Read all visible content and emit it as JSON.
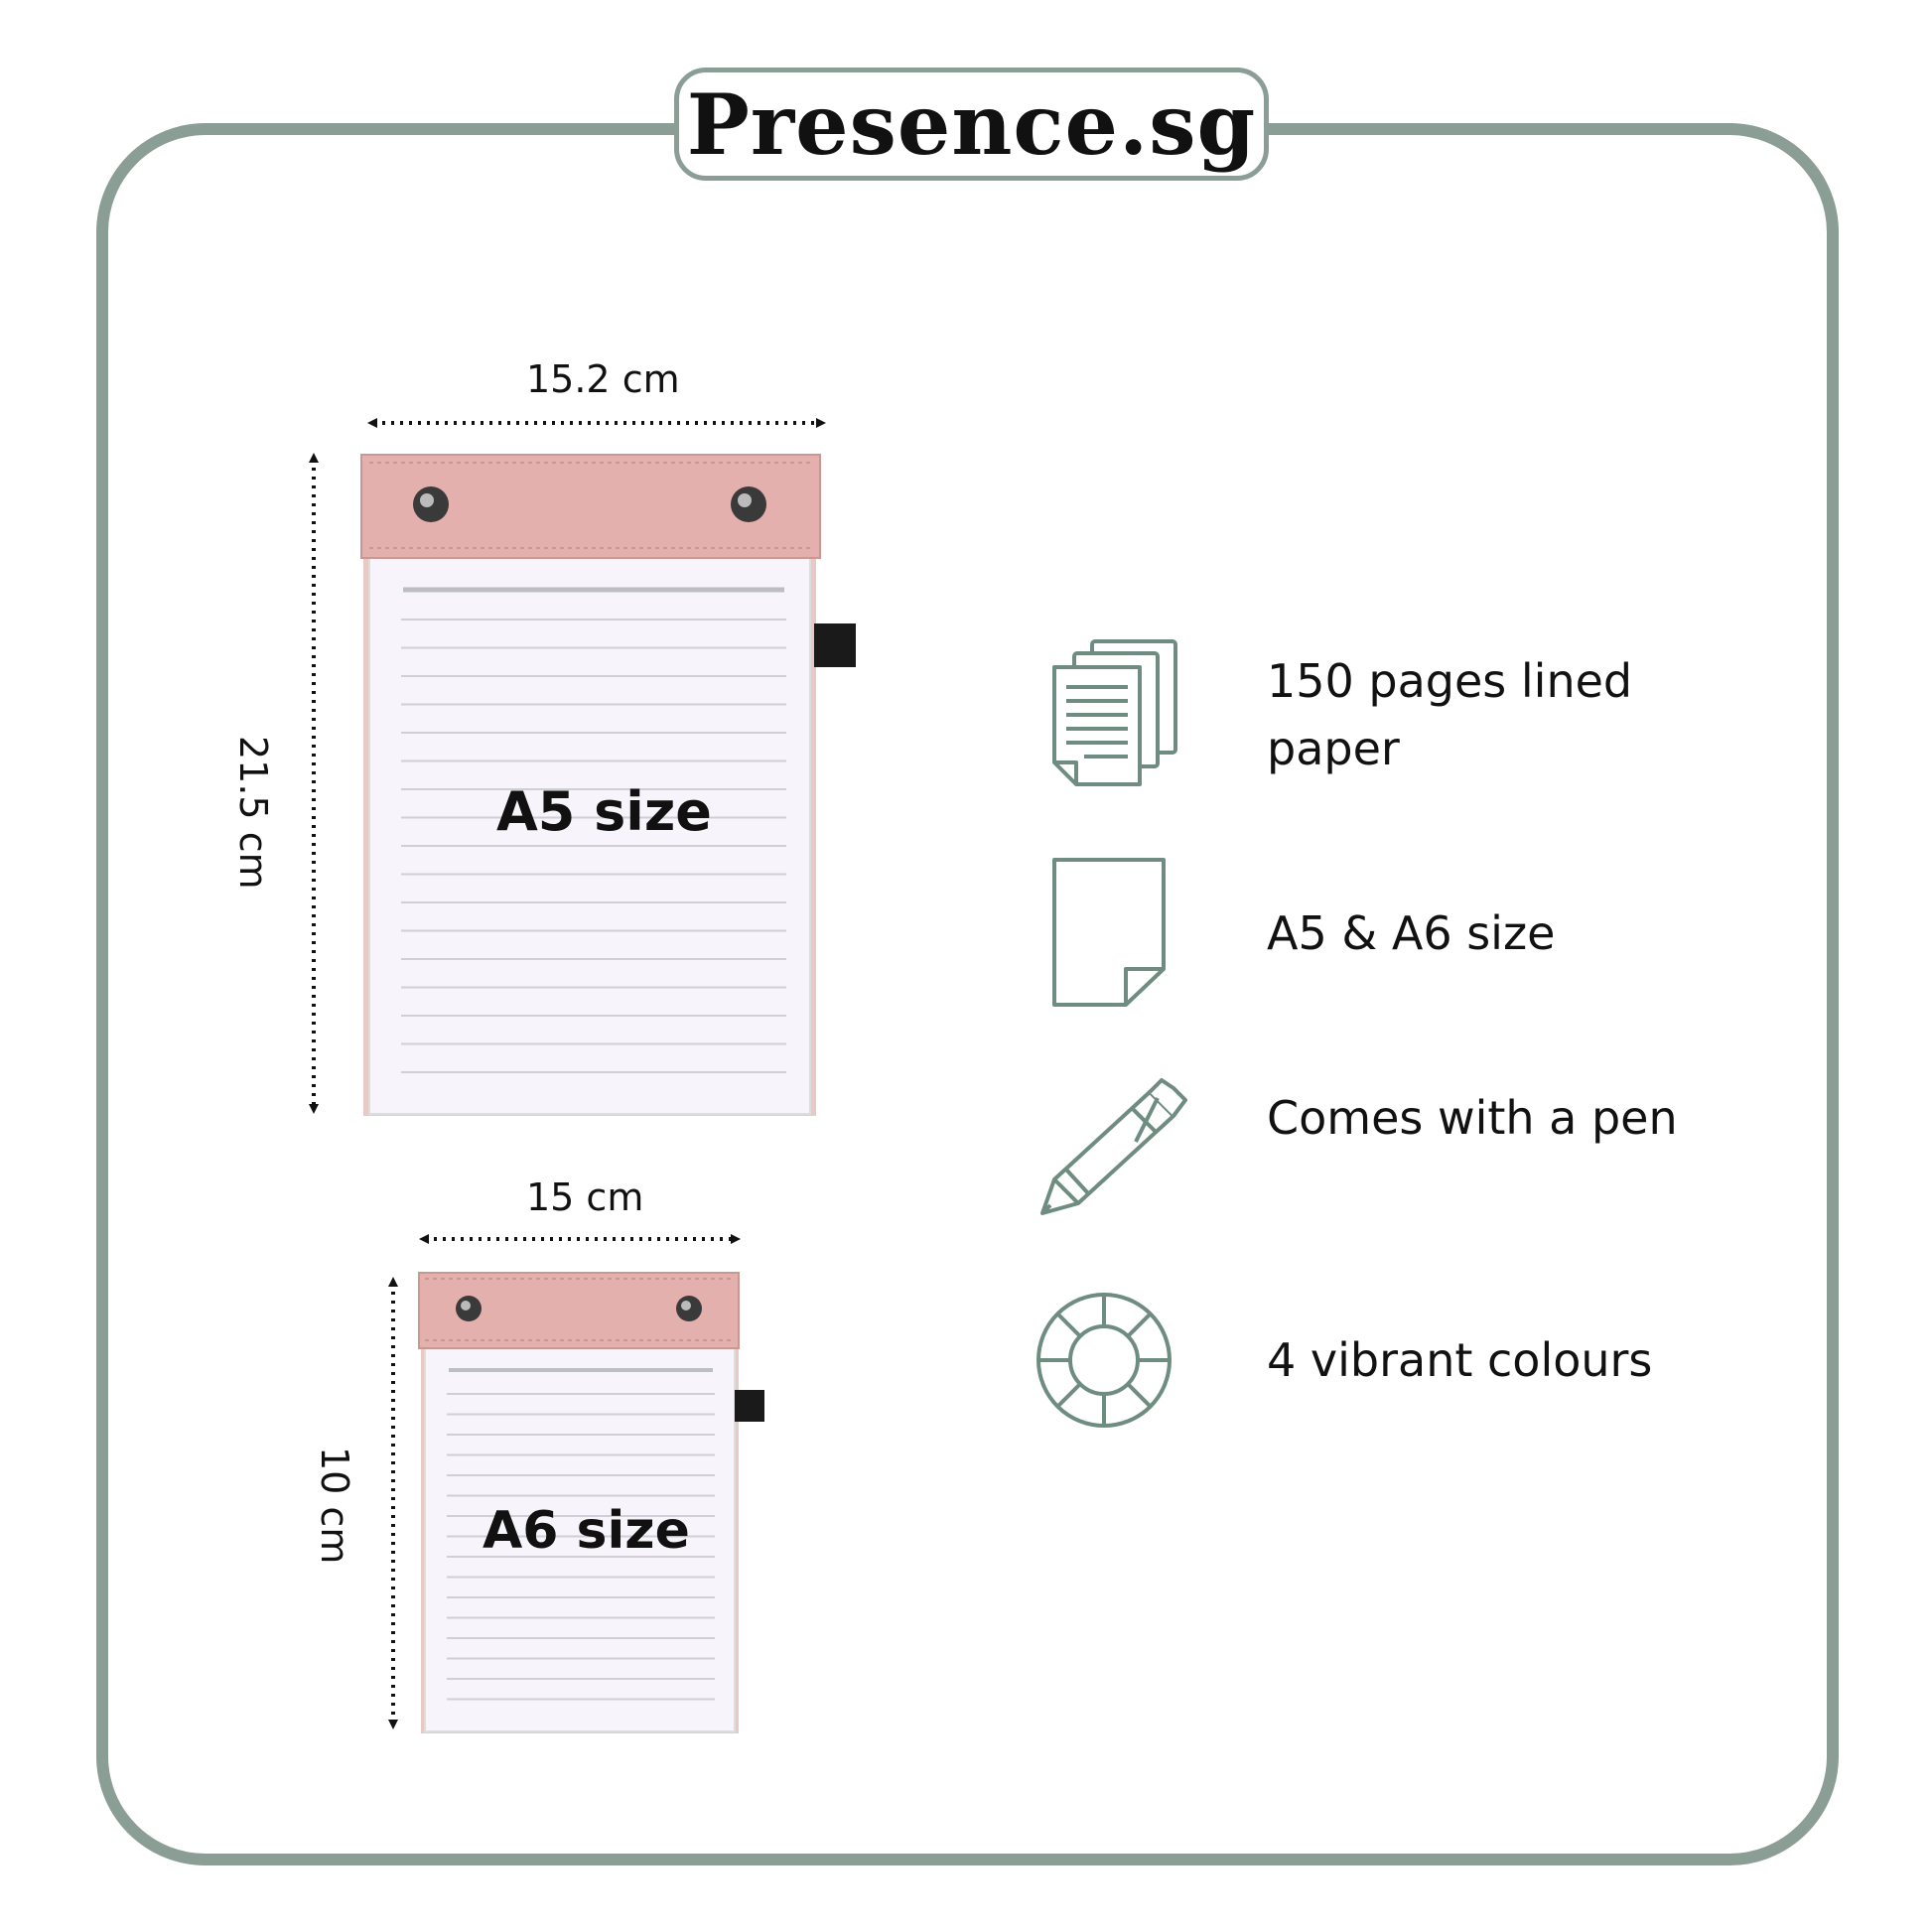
{
  "brand": {
    "name": "Presence.sg"
  },
  "a5": {
    "label": "A5 size",
    "width_label": "15.2 cm",
    "height_label": "21.5 cm"
  },
  "a6": {
    "label": "A6 size",
    "width_label": "15 cm",
    "height_label": "10 cm"
  },
  "features": [
    {
      "icon": "document-stack-icon",
      "text": "150 pages lined paper"
    },
    {
      "icon": "page-icon",
      "text": "A5 & A6 size"
    },
    {
      "icon": "pen-icon",
      "text": "Comes with a pen"
    },
    {
      "icon": "colour-wheel-icon",
      "text": "4 vibrant colours"
    }
  ],
  "colors": {
    "frame": "#8a9e95",
    "icon": "#6f8c80",
    "leather": "#e3b0ad",
    "paper": "#f7f5fb"
  }
}
